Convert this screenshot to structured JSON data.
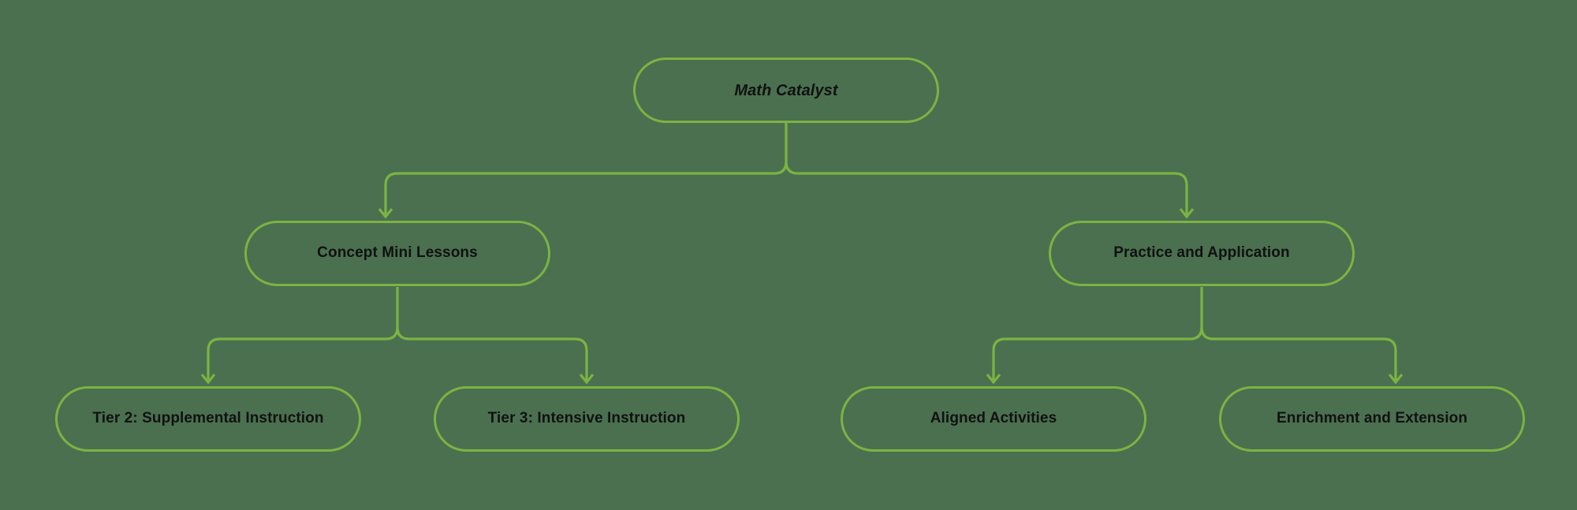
{
  "diagram": {
    "type": "hierarchy-tree",
    "title": "Math Catalyst",
    "orientation": "top-down",
    "colors": {
      "background": "#4a7050",
      "connector": "#7cb342",
      "node_border": "#7cb342",
      "node_fill": "transparent",
      "label_text": "#111111"
    },
    "nodes": {
      "root": {
        "id": "math-catalyst",
        "label": "Math Catalyst",
        "level": 0,
        "style": "bold-italic"
      },
      "branches": [
        {
          "id": "concept-mini-lessons",
          "label": "Concept Mini Lessons",
          "level": 1,
          "style": "bold"
        },
        {
          "id": "practice-and-application",
          "label": "Practice and Application",
          "level": 1,
          "style": "bold"
        }
      ],
      "leaves": [
        {
          "id": "tier-2-supplemental-instruction",
          "label": "Tier 2: Supplemental Instruction",
          "level": 2,
          "parent": "concept-mini-lessons",
          "style": "bold"
        },
        {
          "id": "tier-3-intensive-instruction",
          "label": "Tier 3: Intensive Instruction",
          "level": 2,
          "parent": "concept-mini-lessons",
          "style": "bold"
        },
        {
          "id": "aligned-activities",
          "label": "Aligned Activities",
          "level": 2,
          "parent": "practice-and-application",
          "style": "bold"
        },
        {
          "id": "enrichment-and-extension",
          "label": "Enrichment and Extension",
          "level": 2,
          "parent": "practice-and-application",
          "style": "bold"
        }
      ]
    },
    "edges": [
      {
        "from": "math-catalyst",
        "to": "concept-mini-lessons",
        "arrow": "down"
      },
      {
        "from": "math-catalyst",
        "to": "practice-and-application",
        "arrow": "down"
      },
      {
        "from": "concept-mini-lessons",
        "to": "tier-2-supplemental-instruction",
        "arrow": "down"
      },
      {
        "from": "concept-mini-lessons",
        "to": "tier-3-intensive-instruction",
        "arrow": "down"
      },
      {
        "from": "practice-and-application",
        "to": "aligned-activities",
        "arrow": "down"
      },
      {
        "from": "practice-and-application",
        "to": "enrichment-and-extension",
        "arrow": "down"
      }
    ]
  }
}
